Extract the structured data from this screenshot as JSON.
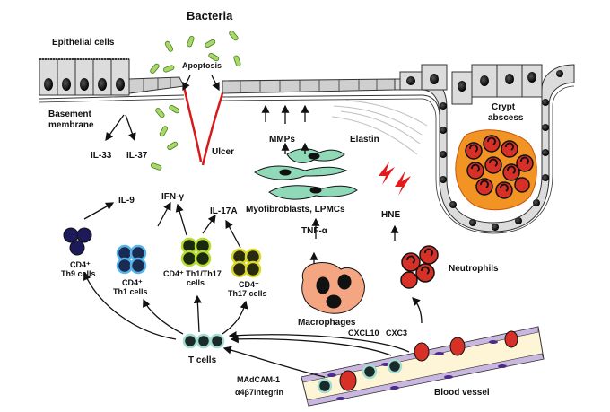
{
  "labels": {
    "bacteria": "Bacteria",
    "epithelial_cells": "Epithelial cells",
    "apoptosis": "Apoptosis",
    "basement_membrane_line1": "Basement",
    "basement_membrane_line2": "membrane",
    "il33": "IL-33",
    "il37": "IL-37",
    "ulcer": "Ulcer",
    "mmps": "MMPs",
    "elastin": "Elastin",
    "crypt_abscess_line1": "Crypt",
    "crypt_abscess_line2": "abscess",
    "myofibroblasts": "Myofibroblasts, LPMCs",
    "hne": "HNE",
    "tnf_alpha": "TNF-α",
    "il9": "IL-9",
    "ifn_gamma": "IFN-γ",
    "il17a": "IL-17A",
    "th9_line1": "CD4⁺",
    "th9_line2": "Th9 cells",
    "th1_line1": "CD4⁺",
    "th1_line2": "Th1 cells",
    "th1th17_line1": "CD4⁺ Th1/Th17",
    "th1th17_line2": "cells",
    "th17_line1": "CD4⁺",
    "th17_line2": "Th17 cells",
    "neutrophils": "Neutrophils",
    "macrophages": "Macrophages",
    "t_cells": "T cells",
    "cxcl10": "CXCL10",
    "cxc3": "CXC3",
    "madcam1": "MAdCAM-1",
    "integrin": "α4β7integrin",
    "blood_vessel": "Blood vessel"
  },
  "colors": {
    "epithelium": "#d9d9d9",
    "nucleus": "#111111",
    "bacteria": "#a6d96a",
    "ulcer": "#d7191c",
    "myofibroblast": "#8fd8b8",
    "macrophage": "#f4a582",
    "neutrophil": "#d73027",
    "abscess": "#f29424",
    "vessel": "#fdf5d6",
    "th9": "#1d1a5c",
    "th1": "#56b4e9",
    "th1th17": "#b8dc2d",
    "th17": "#d9d92a",
    "tcell": "#a6dcd0"
  }
}
